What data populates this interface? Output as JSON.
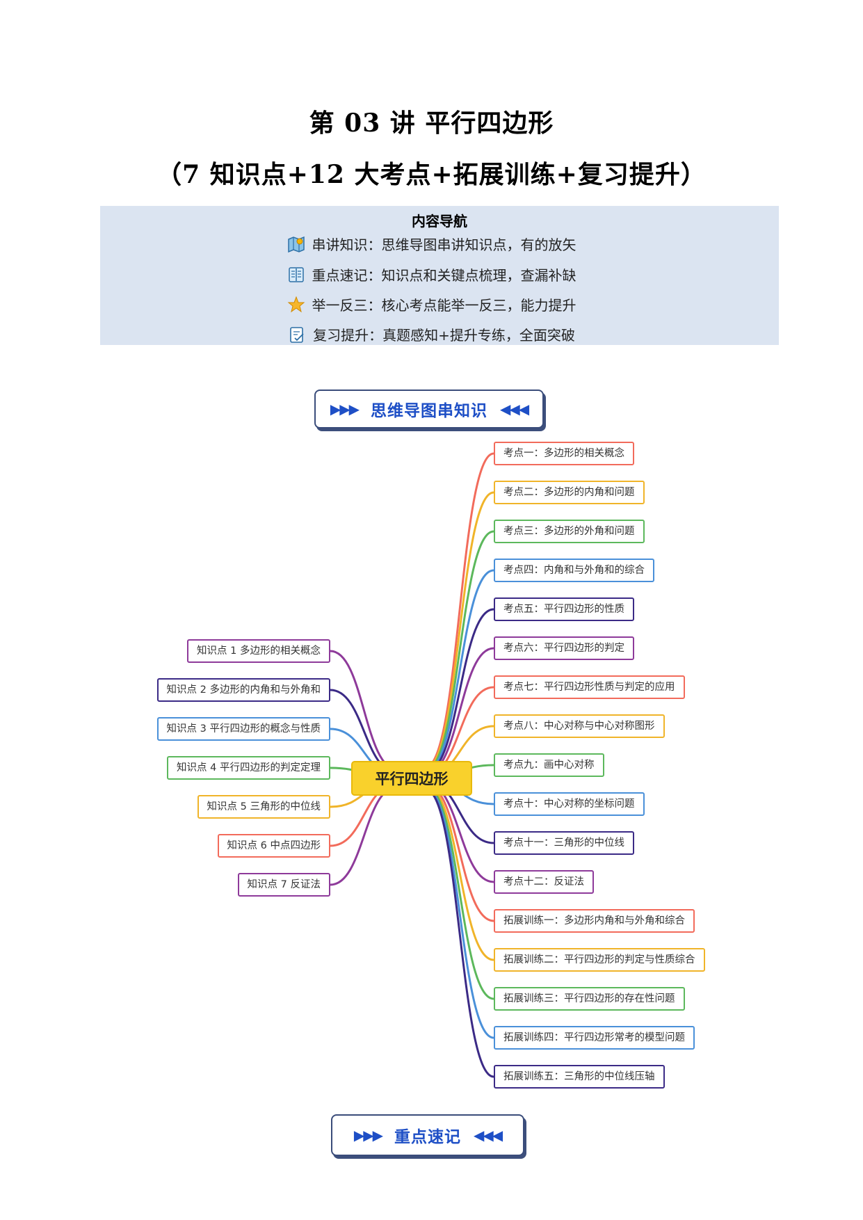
{
  "document": {
    "title_line1": "第 03 讲  平行四边形",
    "title_line2": "（7 知识点+12 大考点+拓展训练+复习提升）"
  },
  "nav": {
    "heading": "内容导航",
    "rows": [
      {
        "icon": "map-icon",
        "text": "串讲知识：思维导图串讲知识点，有的放矢"
      },
      {
        "icon": "book-icon",
        "text": "重点速记：知识点和关键点梳理，查漏补缺"
      },
      {
        "icon": "star-icon",
        "text": "举一反三：核心考点能举一反三，能力提升"
      },
      {
        "icon": "checklist-icon",
        "text": "复习提升：真题感知+提升专练，全面突破"
      }
    ]
  },
  "banners": {
    "mindmap": "思维导图串知识",
    "keypoints": "重点速记"
  },
  "mindmap": {
    "center": "平行四边形",
    "left_nodes": [
      {
        "label": "知识点 1 多边形的相关概念",
        "color": "#8e3a9a"
      },
      {
        "label": "知识点 2 多边形的内角和与外角和",
        "color": "#3b2a86"
      },
      {
        "label": "知识点 3 平行四边形的概念与性质",
        "color": "#4a90d9"
      },
      {
        "label": "知识点 4 平行四边形的判定定理",
        "color": "#5cb85c"
      },
      {
        "label": "知识点 5 三角形的中位线",
        "color": "#f0b429"
      },
      {
        "label": "知识点 6 中点四边形",
        "color": "#f26b5b"
      },
      {
        "label": "知识点 7 反证法",
        "color": "#8e3a9a"
      }
    ],
    "right_nodes": [
      {
        "label": "考点一：多边形的相关概念",
        "color": "#f26b5b"
      },
      {
        "label": "考点二：多边形的内角和问题",
        "color": "#f0b429"
      },
      {
        "label": "考点三：多边形的外角和问题",
        "color": "#5cb85c"
      },
      {
        "label": "考点四：内角和与外角和的综合",
        "color": "#4a90d9"
      },
      {
        "label": "考点五：平行四边形的性质",
        "color": "#3b2a86"
      },
      {
        "label": "考点六：平行四边形的判定",
        "color": "#8e3a9a"
      },
      {
        "label": "考点七：平行四边形性质与判定的应用",
        "color": "#f26b5b"
      },
      {
        "label": "考点八：中心对称与中心对称图形",
        "color": "#f0b429"
      },
      {
        "label": "考点九：画中心对称",
        "color": "#5cb85c"
      },
      {
        "label": "考点十：中心对称的坐标问题",
        "color": "#4a90d9"
      },
      {
        "label": "考点十一：三角形的中位线",
        "color": "#3b2a86"
      },
      {
        "label": "考点十二：反证法",
        "color": "#8e3a9a"
      },
      {
        "label": "拓展训练一：多边形内角和与外角和综合",
        "color": "#f26b5b"
      },
      {
        "label": "拓展训练二：平行四边形的判定与性质综合",
        "color": "#f0b429"
      },
      {
        "label": "拓展训练三：平行四边形的存在性问题",
        "color": "#5cb85c"
      },
      {
        "label": "拓展训练四：平行四边形常考的模型问题",
        "color": "#4a90d9"
      },
      {
        "label": "拓展训练五：三角形的中位线压轴",
        "color": "#3b2a86"
      }
    ]
  }
}
